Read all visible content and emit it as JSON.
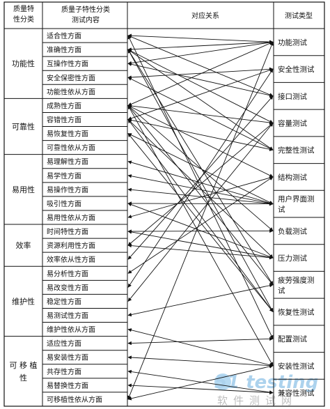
{
  "headers": {
    "quality_char": [
      "质量特",
      "性分类"
    ],
    "sub_char": [
      "质量子特性分类",
      "测试内容"
    ],
    "relation": "对应关系",
    "test_type": "测试类型"
  },
  "categories": [
    {
      "label": "功能性",
      "rows": [
        0,
        4
      ]
    },
    {
      "label": "可靠性",
      "rows": [
        5,
        8
      ]
    },
    {
      "label": "易用性",
      "rows": [
        9,
        13
      ]
    },
    {
      "label": "效率",
      "rows": [
        14,
        16
      ]
    },
    {
      "label": "维护性",
      "rows": [
        17,
        21
      ]
    },
    {
      "label": "可 移 植 性",
      "lines": [
        "可 移 植",
        "性"
      ],
      "rows": [
        22,
        26
      ]
    }
  ],
  "sub_characteristics": [
    "适合性方面",
    "准确性方面",
    "互操作性方面",
    "安全保密性方面",
    "功能性依从方面",
    "成熟性方面",
    "容错性方面",
    "易恢复性方面",
    "可靠性依从方面",
    "易理解性方面",
    "易学性方面",
    "易操作性方面",
    "吸引性方面",
    "易用性依从方面",
    "时间特性方面",
    "资源利用性方面",
    "效率依从性方面",
    "易分析性方面",
    "易改变性方面",
    "稳定性方面",
    "易测试性方面",
    "维护性依从方面",
    "适应性方面",
    "易安装性方面",
    "共存性方面",
    "易替换性方面",
    "可移植性依从方面"
  ],
  "test_types": [
    {
      "label": "功能测试",
      "lines": [
        "功能测试"
      ]
    },
    {
      "label": "安全性测试",
      "lines": [
        "安全性测试"
      ]
    },
    {
      "label": "接口测试",
      "lines": [
        "接口测试"
      ]
    },
    {
      "label": "容量测试",
      "lines": [
        "容量测试"
      ]
    },
    {
      "label": "完整性测试",
      "lines": [
        "完整性测试"
      ]
    },
    {
      "label": "结构测试",
      "lines": [
        "结构测试"
      ]
    },
    {
      "label": "用户界面测试",
      "lines": [
        "用户界面测",
        "试"
      ]
    },
    {
      "label": "负载测试",
      "lines": [
        "负载测试"
      ]
    },
    {
      "label": "压力测试",
      "lines": [
        "压力测试"
      ]
    },
    {
      "label": "疲劳强度测试",
      "lines": [
        "疲劳强度测",
        "试"
      ]
    },
    {
      "label": "恢复性测试",
      "lines": [
        "恢复性测试"
      ]
    },
    {
      "label": "配置测试",
      "lines": [
        "配置测试"
      ]
    },
    {
      "label": "安装性测试",
      "lines": [
        "安装性测试"
      ]
    },
    {
      "label": "兼容性测试",
      "lines": [
        "兼容性测试"
      ]
    }
  ],
  "links": [
    [
      0,
      0
    ],
    [
      0,
      2
    ],
    [
      0,
      11
    ],
    [
      1,
      0
    ],
    [
      1,
      3
    ],
    [
      1,
      4
    ],
    [
      1,
      9
    ],
    [
      1,
      10
    ],
    [
      2,
      2
    ],
    [
      2,
      0
    ],
    [
      3,
      1
    ],
    [
      3,
      4
    ],
    [
      5,
      0
    ],
    [
      5,
      3
    ],
    [
      5,
      5
    ],
    [
      5,
      7
    ],
    [
      5,
      9
    ],
    [
      5,
      12
    ],
    [
      6,
      1
    ],
    [
      6,
      4
    ],
    [
      6,
      8
    ],
    [
      6,
      10
    ],
    [
      7,
      10
    ],
    [
      7,
      6
    ],
    [
      9,
      6
    ],
    [
      10,
      6
    ],
    [
      11,
      6
    ],
    [
      12,
      6
    ],
    [
      12,
      8
    ],
    [
      13,
      5
    ],
    [
      14,
      7
    ],
    [
      14,
      8
    ],
    [
      15,
      3
    ],
    [
      15,
      8
    ],
    [
      16,
      2
    ],
    [
      17,
      5
    ],
    [
      18,
      1
    ],
    [
      19,
      3
    ],
    [
      20,
      9
    ],
    [
      21,
      12
    ],
    [
      22,
      11
    ],
    [
      23,
      12
    ],
    [
      24,
      13
    ],
    [
      25,
      13
    ],
    [
      26,
      0
    ],
    [
      26,
      12
    ]
  ],
  "watermark": {
    "logo": "51 testing",
    "sub": "软件测试网"
  }
}
